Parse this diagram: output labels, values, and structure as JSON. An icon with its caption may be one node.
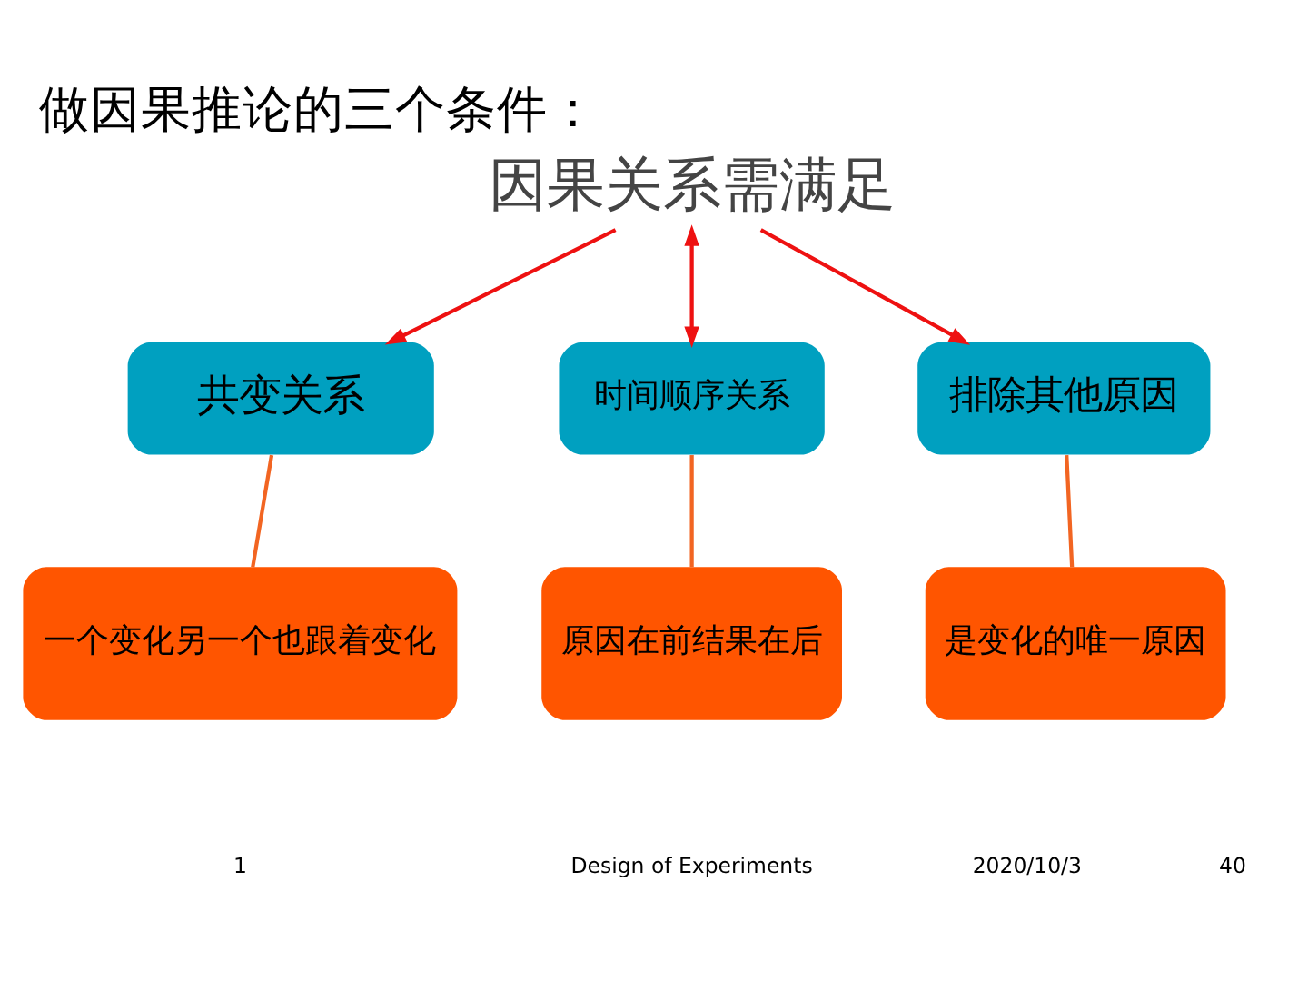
{
  "diagram": {
    "title": "做因果推论的三个条件：",
    "nodes": [
      {
        "text": [
          "因果关系需满足"
        ]
      },
      {
        "text": [
          "共变关系"
        ]
      },
      {
        "text": [
          "时间顺序关系"
        ]
      },
      {
        "text": [
          "排除其他原因"
        ]
      },
      {
        "text": [
          "一个变化另一个也跟着变化"
        ]
      },
      {
        "text": [
          "原因在前结果在后"
        ]
      },
      {
        "text": [
          "是变化的唯一原因"
        ]
      }
    ],
    "edges": [
      {
        "from": 0,
        "to": 1,
        "arrow": "to",
        "color": "#ee1111"
      },
      {
        "from": 0,
        "to": 2,
        "arrow": "both",
        "color": "#ee1111"
      },
      {
        "from": 0,
        "to": 3,
        "arrow": "to",
        "color": "#ee1111"
      },
      {
        "from": 1,
        "to": 4,
        "arrow": "none",
        "color": "#f26522"
      },
      {
        "from": 2,
        "to": 5,
        "arrow": "none",
        "color": "#f26522"
      },
      {
        "from": 3,
        "to": 6,
        "arrow": "none",
        "color": "#f26522"
      }
    ],
    "labels": [
      "1",
      "Design of Experiments",
      "2020/10/3",
      "40"
    ]
  }
}
